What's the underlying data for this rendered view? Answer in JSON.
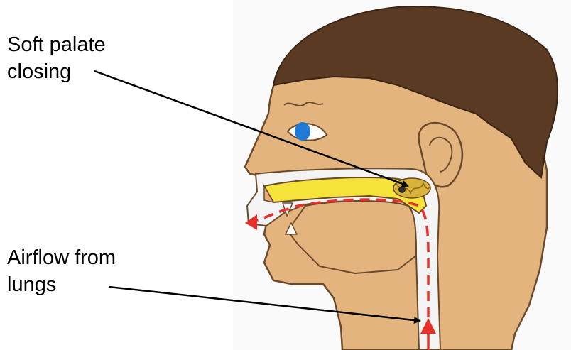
{
  "labels": {
    "soft_palate": {
      "line1": "Soft palate",
      "line2": "closing"
    },
    "airflow": {
      "line1": "Airflow from",
      "line2": "lungs"
    }
  },
  "colors": {
    "skin": "#e3b47e",
    "skin_outline": "#6b4a2a",
    "hair": "#5a3a22",
    "palate": "#f5e23a",
    "airway": "#f4f4f4",
    "airflow_arrow": "#e8302a",
    "eye": "#1e7ad6",
    "soft_palate_coil": "#d9b23a",
    "pointer_line": "#000000"
  }
}
